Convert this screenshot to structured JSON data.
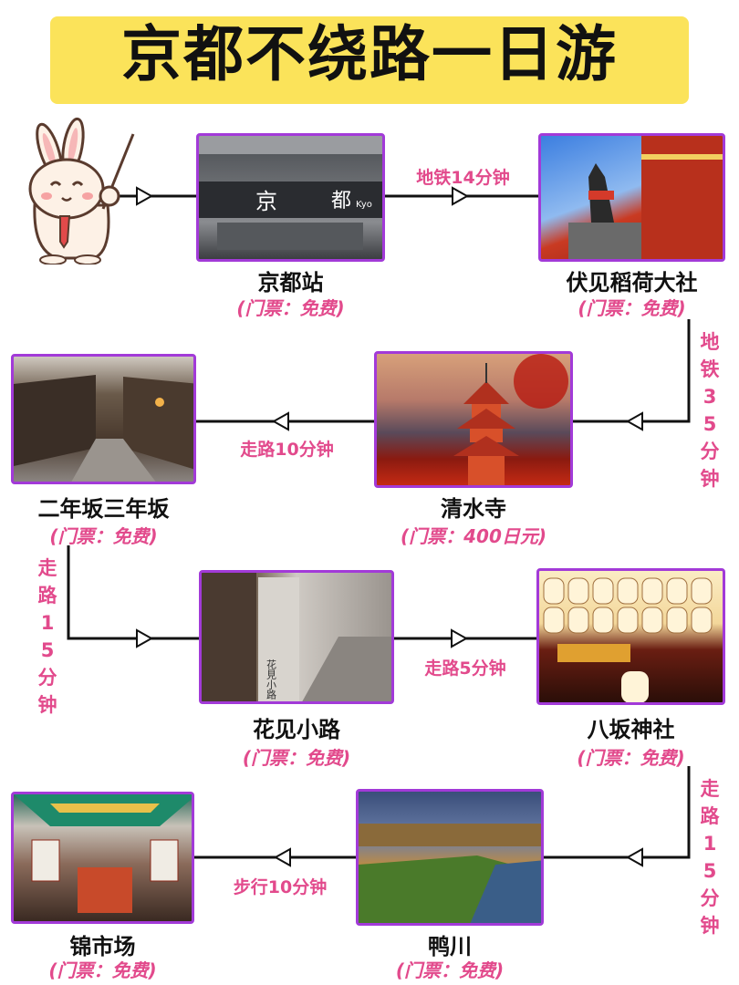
{
  "title": "京都不绕路一日游",
  "stops": [
    {
      "name": "京都站",
      "ticket": "(门票：免费)",
      "sign_left": "京",
      "sign_right": "都",
      "sign_small": "Kyo"
    },
    {
      "name": "伏见稻荷大社",
      "ticket": "(门票：免费)"
    },
    {
      "name": "清水寺",
      "ticket": "(门票：400日元)"
    },
    {
      "name": "二年坂三年坂",
      "ticket": "(门票：免费)"
    },
    {
      "name": "花见小路",
      "ticket": "(门票：免费)",
      "stone_text": "花見小路"
    },
    {
      "name": "八坂神社",
      "ticket": "(门票：免费)"
    },
    {
      "name": "鸭川",
      "ticket": "(门票：免费)"
    },
    {
      "name": "锦市场",
      "ticket": "(门票：免费)"
    }
  ],
  "routes": [
    "地铁14分钟",
    "地铁35分钟",
    "走路10分钟",
    "走路15分钟",
    "走路5分钟",
    "走路15分钟",
    "步行10分钟"
  ],
  "colors": {
    "title_bg": "#fbe35a",
    "frame": "#a23ad8",
    "accent_pink": "#e24a8c"
  }
}
